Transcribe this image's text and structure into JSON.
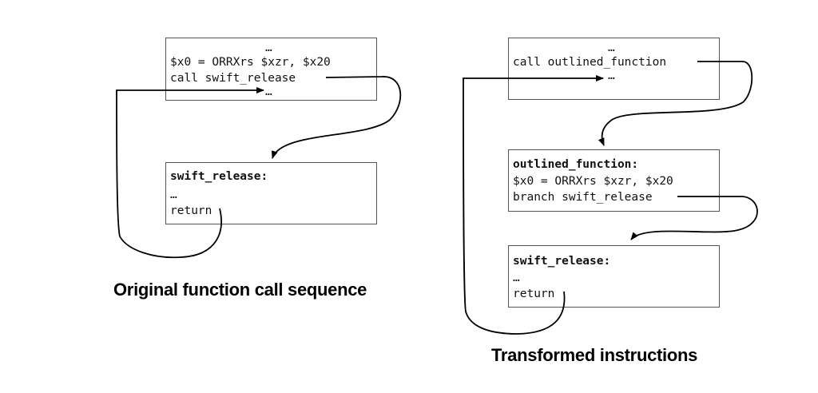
{
  "left": {
    "caller": {
      "ellipsis_top": "…",
      "instruction": "$x0 = ORRXrs $xzr, $x20",
      "call": "call swift_release",
      "ellipsis_bottom": "…"
    },
    "callee": {
      "name": "swift_release:",
      "ellipsis": "…",
      "ret": "return"
    },
    "caption": "Original function call sequence"
  },
  "right": {
    "caller": {
      "ellipsis_top": "…",
      "call": "call outlined_function",
      "ellipsis_bottom": "…"
    },
    "outlined": {
      "name": "outlined_function:",
      "instruction": "$x0 = ORRXrs $xzr, $x20",
      "branch": "branch swift_release"
    },
    "callee": {
      "name": "swift_release:",
      "ellipsis": "…",
      "ret": "return"
    },
    "caption": "Transformed instructions"
  }
}
